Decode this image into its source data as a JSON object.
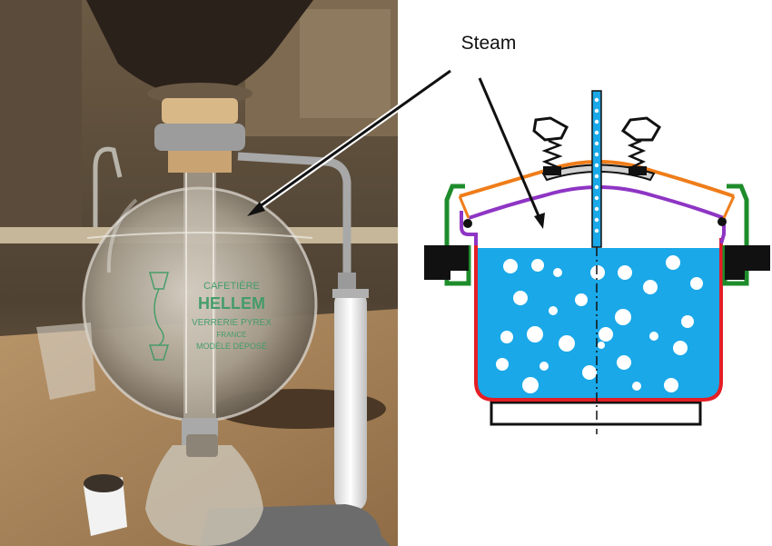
{
  "annotation": {
    "label": "Steam"
  },
  "photo": {
    "subject": "glass vacuum siphon coffee maker",
    "flask_markings": [
      "CAFETIÈRE",
      "HELLEM",
      "VERRERIE PYREX",
      "FRANCE",
      "MODÈLE DÉPOSÉ"
    ]
  },
  "diagram": {
    "subject": "pressure cooker cross-section",
    "colors": {
      "water": "#1aa8e8",
      "pot_wall": "#e41e26",
      "gasket": "#8e35c4",
      "lid": "#ef7d1a",
      "handle_bracket": "#1e8c2b",
      "handle": "#111111",
      "valve_tube": "#1aa8e8"
    }
  }
}
